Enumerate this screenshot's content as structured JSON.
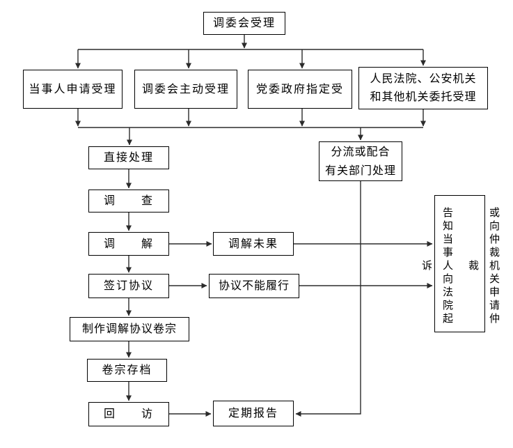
{
  "flowchart": {
    "nodes": {
      "top": "调委会受理",
      "apply": "当事人申请受理",
      "initiative": "调委会主动受理",
      "assigned": "党委政府指定受",
      "entrusted": "人民法院、公安机关\n和其他机关委托受理",
      "direct": "直接处理",
      "investigate": "调　　查",
      "mediate": "调　　解",
      "sign": "签订协议",
      "dossier": "制作调解协议卷宗",
      "archive": "卷宗存档",
      "visit": "回　　访",
      "divert": "分流或配合\n有关部门处理",
      "failed": "调解未果",
      "broken": "协议不能履行",
      "report": "定期报告",
      "inform_left_column": "告知当事人向法院起诉",
      "inform_right_column": "或向仲裁机关申请仲裁"
    },
    "colors": {
      "line": "#2b2b2b",
      "border": "#000000",
      "background": "#ffffff",
      "text": "#000000"
    }
  }
}
